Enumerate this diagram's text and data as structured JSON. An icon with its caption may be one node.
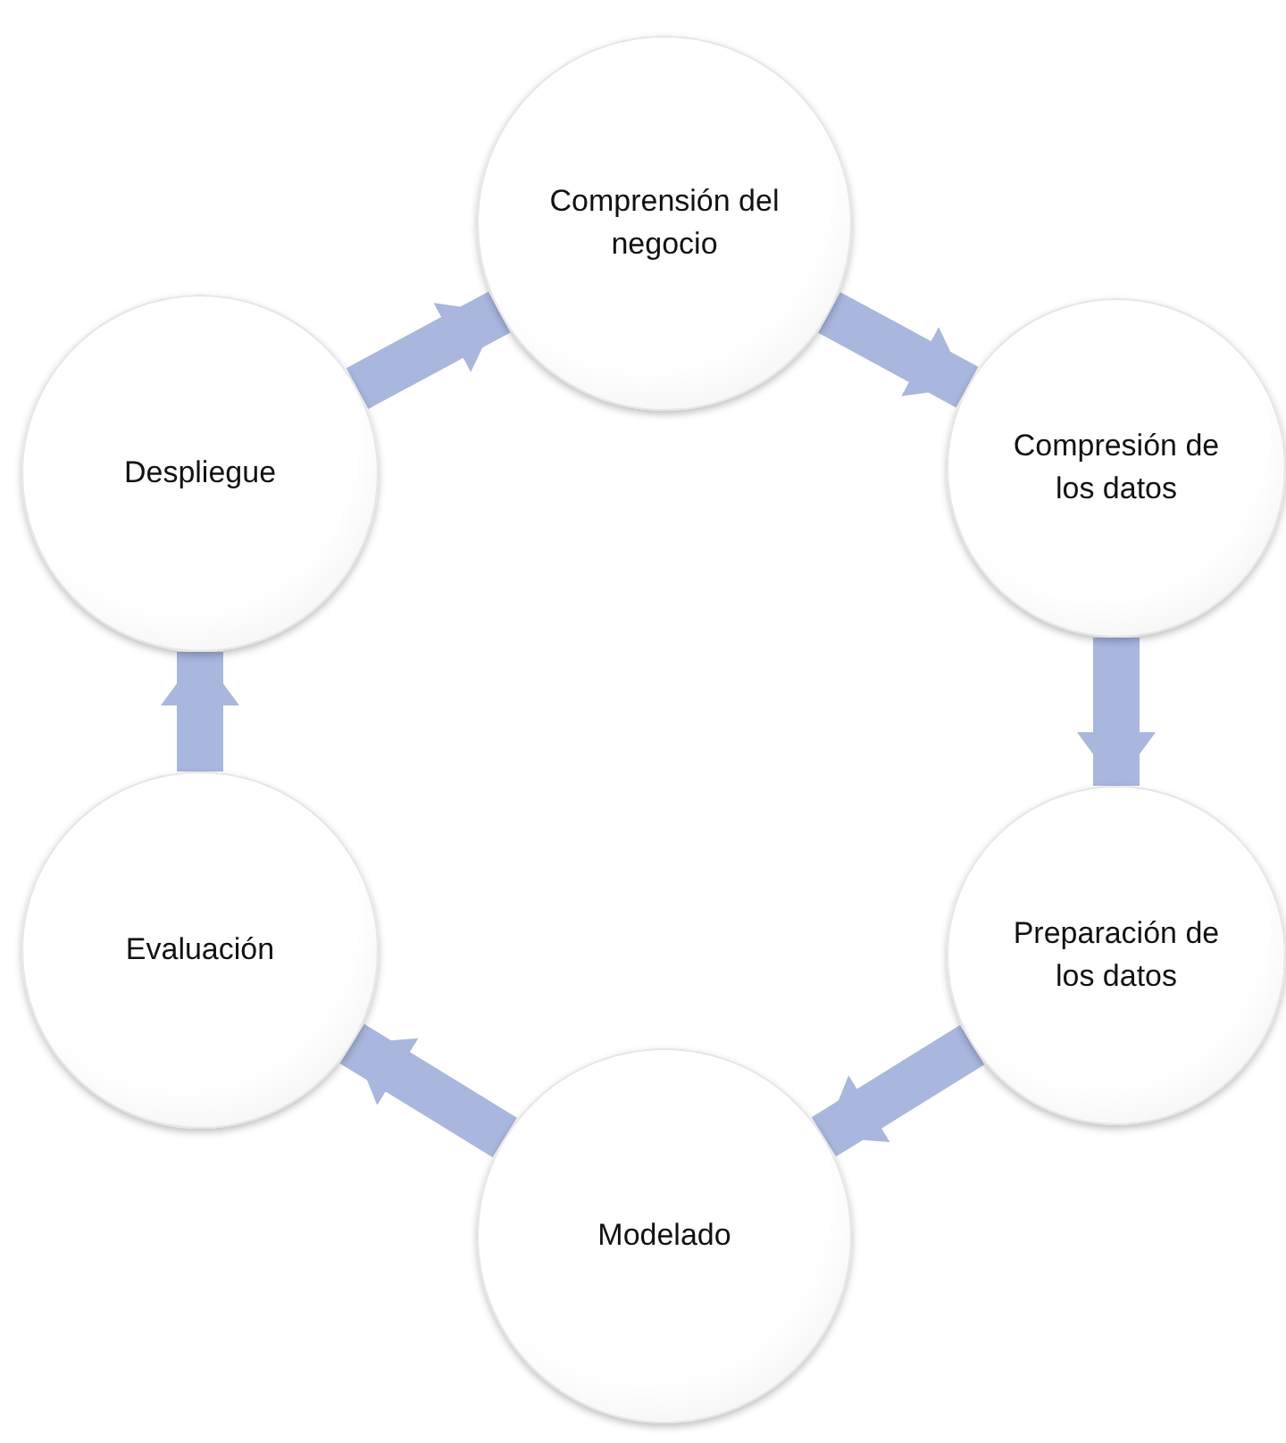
{
  "diagram": {
    "nodes": [
      {
        "text": [
          "Comprensión del negocio"
        ]
      },
      {
        "text": [
          "Compresión de los datos"
        ]
      },
      {
        "text": [
          "Preparación de los datos"
        ]
      },
      {
        "text": [
          "Modelado"
        ]
      },
      {
        "text": [
          "Evaluación"
        ]
      },
      {
        "text": [
          "Despliegue"
        ]
      }
    ],
    "edges": [
      {
        "from": 0,
        "to": 1,
        "arrow": "to"
      },
      {
        "from": 1,
        "to": 2,
        "arrow": "to"
      },
      {
        "from": 2,
        "to": 3,
        "arrow": "to"
      },
      {
        "from": 3,
        "to": 4,
        "arrow": "to"
      },
      {
        "from": 4,
        "to": 5,
        "arrow": "to"
      },
      {
        "from": 5,
        "to": 0,
        "arrow": "to"
      }
    ]
  }
}
